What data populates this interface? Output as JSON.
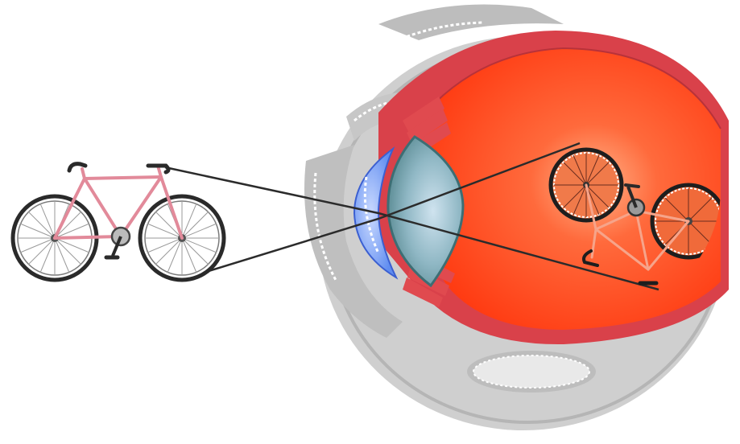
{
  "diagram": {
    "subject": "eye-image-formation",
    "objects": [
      {
        "id": "bicycle-object",
        "orientation": "upright"
      },
      {
        "id": "bicycle-retinal-image",
        "orientation": "inverted"
      }
    ],
    "parts": [
      "sclera",
      "choroid",
      "retina",
      "cornea",
      "lens",
      "ciliary-muscle",
      "eyelid"
    ],
    "light_rays": 2
  },
  "colors": {
    "sclera": "#cfcfcf",
    "sclera_dark": "#a9a9a9",
    "choroid": "#d9414a",
    "retina": "#ff3b12",
    "cornea": "#6e98ee",
    "lens": "#6d9ea2",
    "bike_frame": "#e28a9a",
    "bike_dark": "#2a2a2a",
    "ray": "#2b2b2b"
  }
}
